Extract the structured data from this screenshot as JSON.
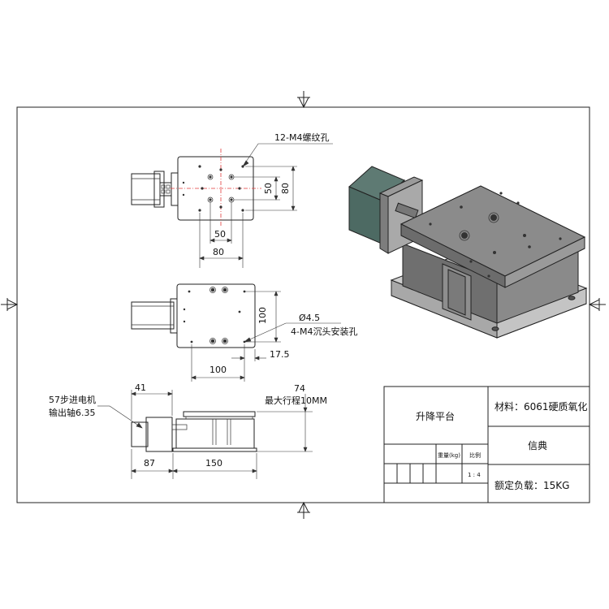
{
  "labels": {
    "thread_holes": "12-M4螺纹孔",
    "dim_50_top": "50",
    "dim_80_top": "80",
    "dim_50_right": "50",
    "dim_80_right": "80",
    "dim_100_side": "100",
    "hole_dia": "Ø4.5",
    "mount_holes": "4-M4沉头安装孔",
    "dim_17_5": "17.5",
    "dim_100_bottom": "100",
    "dim_41": "41",
    "motor_line1": "57步进电机",
    "motor_line2": "输出轴6.35",
    "dim_74": "74",
    "max_travel": "最大行程10MM",
    "dim_87": "87",
    "dim_150": "150"
  },
  "title_block": {
    "name": "升降平台",
    "material": "材料：6061硬质氧化",
    "company": "信典",
    "load": "额定负载：15KG",
    "weight_header": "重量(kg)",
    "scale_header": "比例",
    "scale_value": "1 : 4"
  }
}
